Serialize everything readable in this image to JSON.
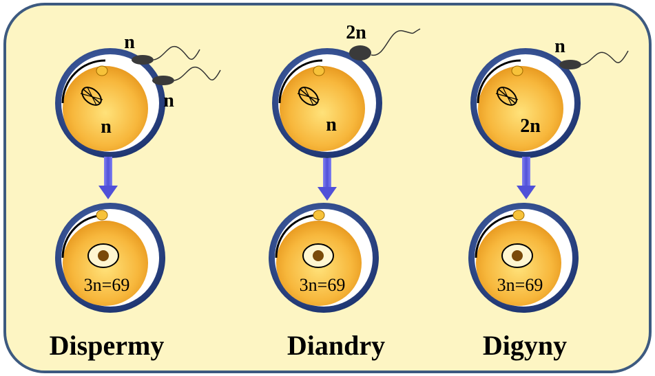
{
  "colors": {
    "panel_fill": "#fdf5c3",
    "panel_border": "#3d5a80",
    "zona": "#2e4a8a",
    "cytoplasm": "#f5b53a",
    "arrow": "#5b5be0",
    "nucleus": "#8b5a10",
    "sperm": "#444444"
  },
  "columns": [
    {
      "name": "Dispermy",
      "egg_ploidy": "n",
      "sperm_labels": [
        "n",
        "n"
      ],
      "result": "3n=69"
    },
    {
      "name": "Diandry",
      "egg_ploidy": "n",
      "sperm_labels": [
        "2n"
      ],
      "result": "3n=69"
    },
    {
      "name": "Digyny",
      "egg_ploidy": "2n",
      "sperm_labels": [
        "n"
      ],
      "result": "3n=69"
    }
  ]
}
